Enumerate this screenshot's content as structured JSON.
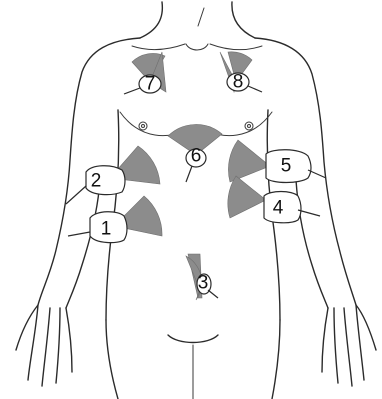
{
  "diagram": {
    "positions": [
      {
        "label": "1",
        "icon": "ultrasound-probe-icon"
      },
      {
        "label": "2",
        "icon": "ultrasound-probe-icon"
      },
      {
        "label": "3",
        "icon": "ultrasound-probe-icon"
      },
      {
        "label": "4",
        "icon": "ultrasound-probe-icon"
      },
      {
        "label": "5",
        "icon": "ultrasound-probe-icon"
      },
      {
        "label": "6",
        "icon": "ultrasound-probe-icon"
      },
      {
        "label": "7",
        "icon": "ultrasound-probe-icon"
      },
      {
        "label": "8",
        "icon": "ultrasound-probe-icon"
      }
    ],
    "colors": {
      "outline": "#2b2b2b",
      "sector": "#8c8c8c",
      "probe": "#ffffff"
    }
  }
}
